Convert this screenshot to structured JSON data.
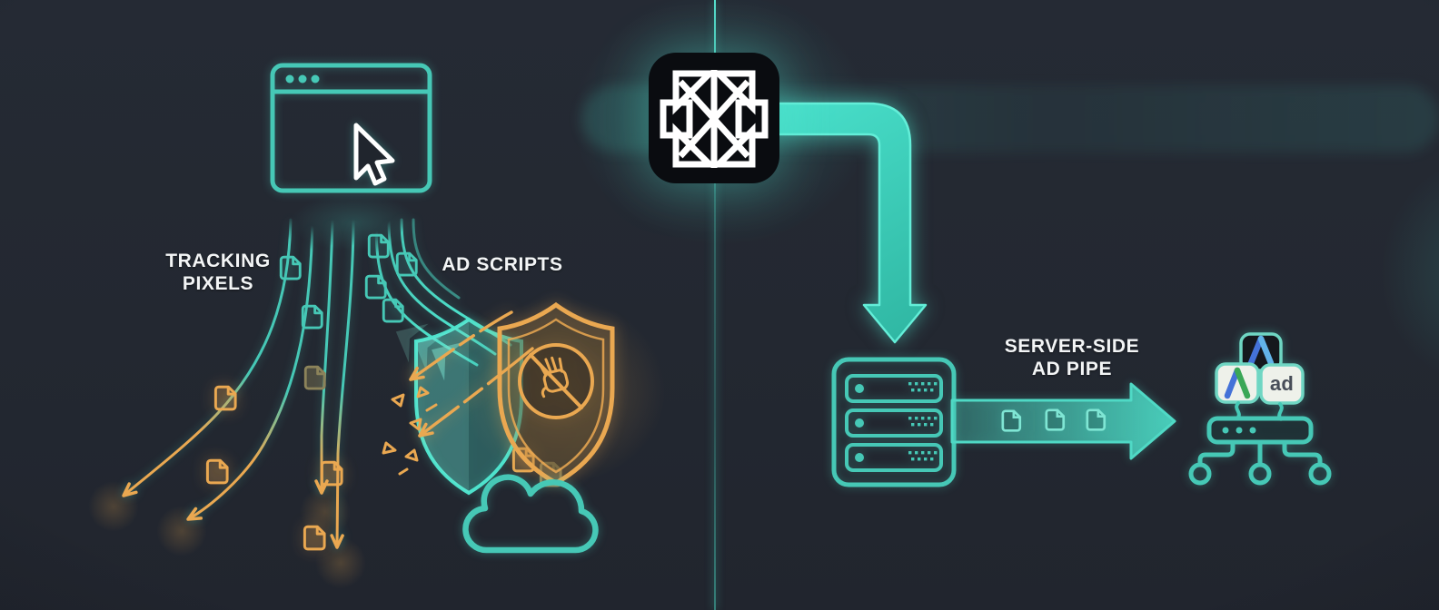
{
  "labels": {
    "tracking_line1": "TRACKING",
    "tracking_line2": "PIXELS",
    "ad_scripts": "AD SCRIPTS",
    "pipe_line1": "SERVER-SIDE",
    "pipe_line2": "AD PIPE",
    "ad_tile": "ad"
  },
  "colors": {
    "background": "#232831",
    "teal": "#46c8b6",
    "teal-bright": "#4ee2cc",
    "orange": "#eaa851",
    "olive": "#8c835a",
    "text": "#f3f5f6",
    "logo-bg": "#0a0c10",
    "logo-mark": "#ffffff",
    "tile-light": "#eef1ea",
    "tile-dark": "#15181d",
    "tile-border": "#6fd6c3",
    "ad-text": "#474d58",
    "adwords-blue": "#4472d8",
    "adwords-lightblue": "#62b3e8",
    "adwords-green": "#3aa757"
  },
  "icons": {
    "browser-window-icon": "outlined browser window with three header dots",
    "cursor-icon": "white arrow pointer inside browser",
    "document-icon": "small file with folded corner, repeated along streams and pipe",
    "shield-teal-icon": "translucent teal shield",
    "shield-orange-icon": "glowing orange shield",
    "no-hand-icon": "hand inside circle with diagonal slash",
    "debris-icon": "small orange fragments deflected off shield",
    "cloud-icon": "outlined teal cloud",
    "logo-mark-icon": "white geometric eight-point star on black rounded square",
    "elbow-arrow-icon": "glowing teal arrow turning right then down",
    "server-rack-icon": "teal three-bay server stack",
    "pipe-arrow-icon": "teal right arrow carrying documents",
    "adwords-tile-dark-icon": "dark tile with two-tone blue A mark",
    "adwords-tile-light-icon": "light tile with blue and green A mark",
    "ad-tile-icon": "light tile with the text ad",
    "network-hub-icon": "switch bar with three dots linked to three round nodes"
  }
}
